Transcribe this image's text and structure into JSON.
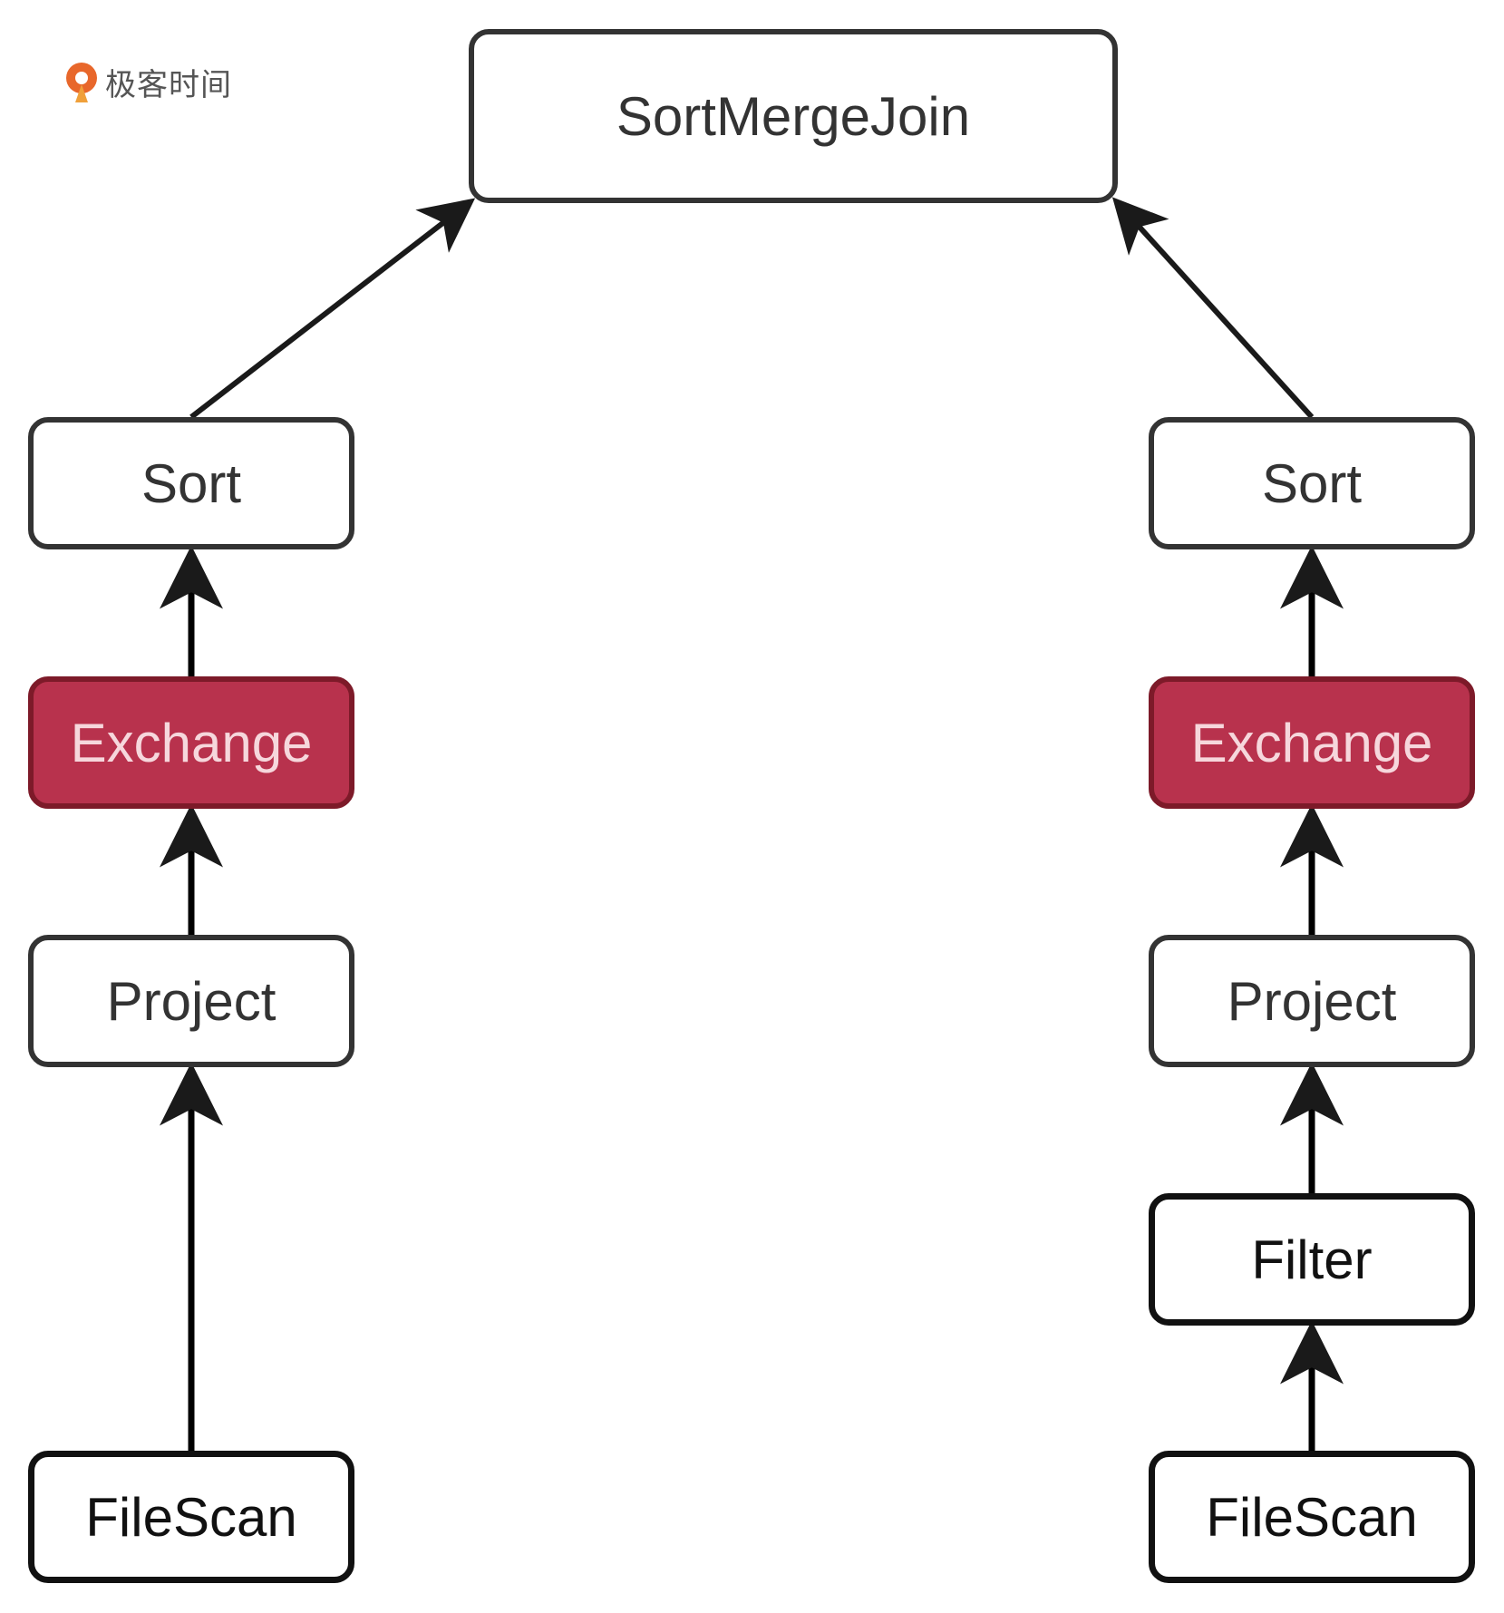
{
  "logo": {
    "text": "极客时间",
    "color": "#e8672b"
  },
  "colors": {
    "exchange_fill": "#b8324d",
    "exchange_border": "#7d1a29",
    "edge": "#1a1a1a"
  },
  "nodes": {
    "sortmergejoin": "SortMergeJoin",
    "left": {
      "sort": "Sort",
      "exchange": "Exchange",
      "project": "Project",
      "filescan": "FileScan"
    },
    "right": {
      "sort": "Sort",
      "exchange": "Exchange",
      "project": "Project",
      "filter": "Filter",
      "filescan": "FileScan"
    }
  },
  "edges": [
    {
      "from": "left-sort",
      "to": "sortmergejoin"
    },
    {
      "from": "right-sort",
      "to": "sortmergejoin"
    },
    {
      "from": "left-exchange",
      "to": "left-sort"
    },
    {
      "from": "left-project",
      "to": "left-exchange"
    },
    {
      "from": "left-filescan",
      "to": "left-project"
    },
    {
      "from": "right-exchange",
      "to": "right-sort"
    },
    {
      "from": "right-project",
      "to": "right-exchange"
    },
    {
      "from": "right-filter",
      "to": "right-project"
    },
    {
      "from": "right-filescan",
      "to": "right-filter"
    }
  ]
}
